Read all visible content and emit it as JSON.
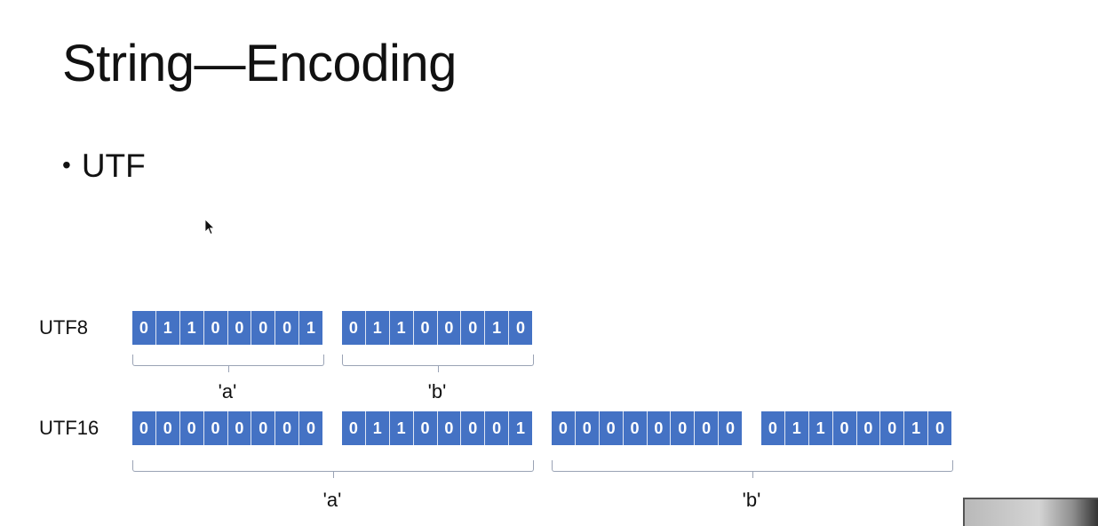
{
  "slide": {
    "title": "String—Encoding",
    "bullet": "UTF"
  },
  "rows": [
    {
      "id": "utf8",
      "label": "UTF8",
      "bytes": [
        "01100001",
        "01100010"
      ],
      "groups": [
        {
          "char": "'a'",
          "bytes": [
            0
          ]
        },
        {
          "char": "'b'",
          "bytes": [
            1
          ]
        }
      ]
    },
    {
      "id": "utf16",
      "label": "UTF16",
      "bytes": [
        "00000000",
        "01100001",
        "00000000",
        "01100010"
      ],
      "groups": [
        {
          "char": "'a'",
          "bytes": [
            0,
            1
          ]
        },
        {
          "char": "'b'",
          "bytes": [
            2,
            3
          ]
        }
      ]
    }
  ],
  "colors": {
    "bit_fill": "#4472c4",
    "bit_text": "#ffffff",
    "brace": "#9aa3b5"
  },
  "icons": {
    "cursor": "mouse-pointer-icon"
  }
}
